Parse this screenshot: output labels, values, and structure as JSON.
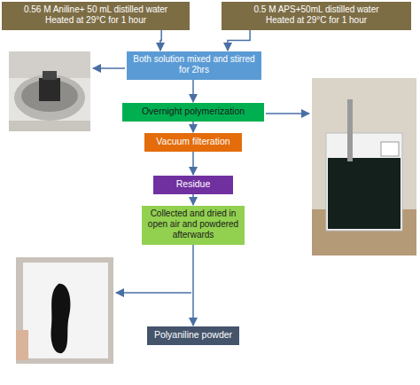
{
  "diagram": {
    "nodes": [
      {
        "text": [
          "0.56 M Aniline+ 50 mL distilled water",
          "Heated at 29°C for 1 hour"
        ]
      },
      {
        "text": [
          "0.5 M APS+50mL distilled water",
          "Heated at 29°C for 1 hour"
        ]
      },
      {
        "text": [
          "Both solution mixed and stirred for 2hrs"
        ]
      },
      {
        "text": [
          "Overnight polymerization"
        ]
      },
      {
        "text": [
          "Vacuum filteration"
        ]
      },
      {
        "text": [
          "Residue"
        ]
      },
      {
        "text": [
          "Collected and dried in open air and powdered afterwards"
        ]
      },
      {
        "text": [
          "Polyaniline powder"
        ]
      }
    ],
    "edges": [
      {
        "from": 0,
        "to": 2,
        "arrow": "to"
      },
      {
        "from": 1,
        "to": 2,
        "arrow": "to"
      },
      {
        "from": 2,
        "to": 3,
        "arrow": "to"
      },
      {
        "from": 3,
        "to": 4,
        "arrow": "to"
      },
      {
        "from": 4,
        "to": 5,
        "arrow": "to"
      },
      {
        "from": 5,
        "to": 6,
        "arrow": "to"
      },
      {
        "from": 6,
        "to": 7,
        "arrow": "to"
      }
    ]
  }
}
